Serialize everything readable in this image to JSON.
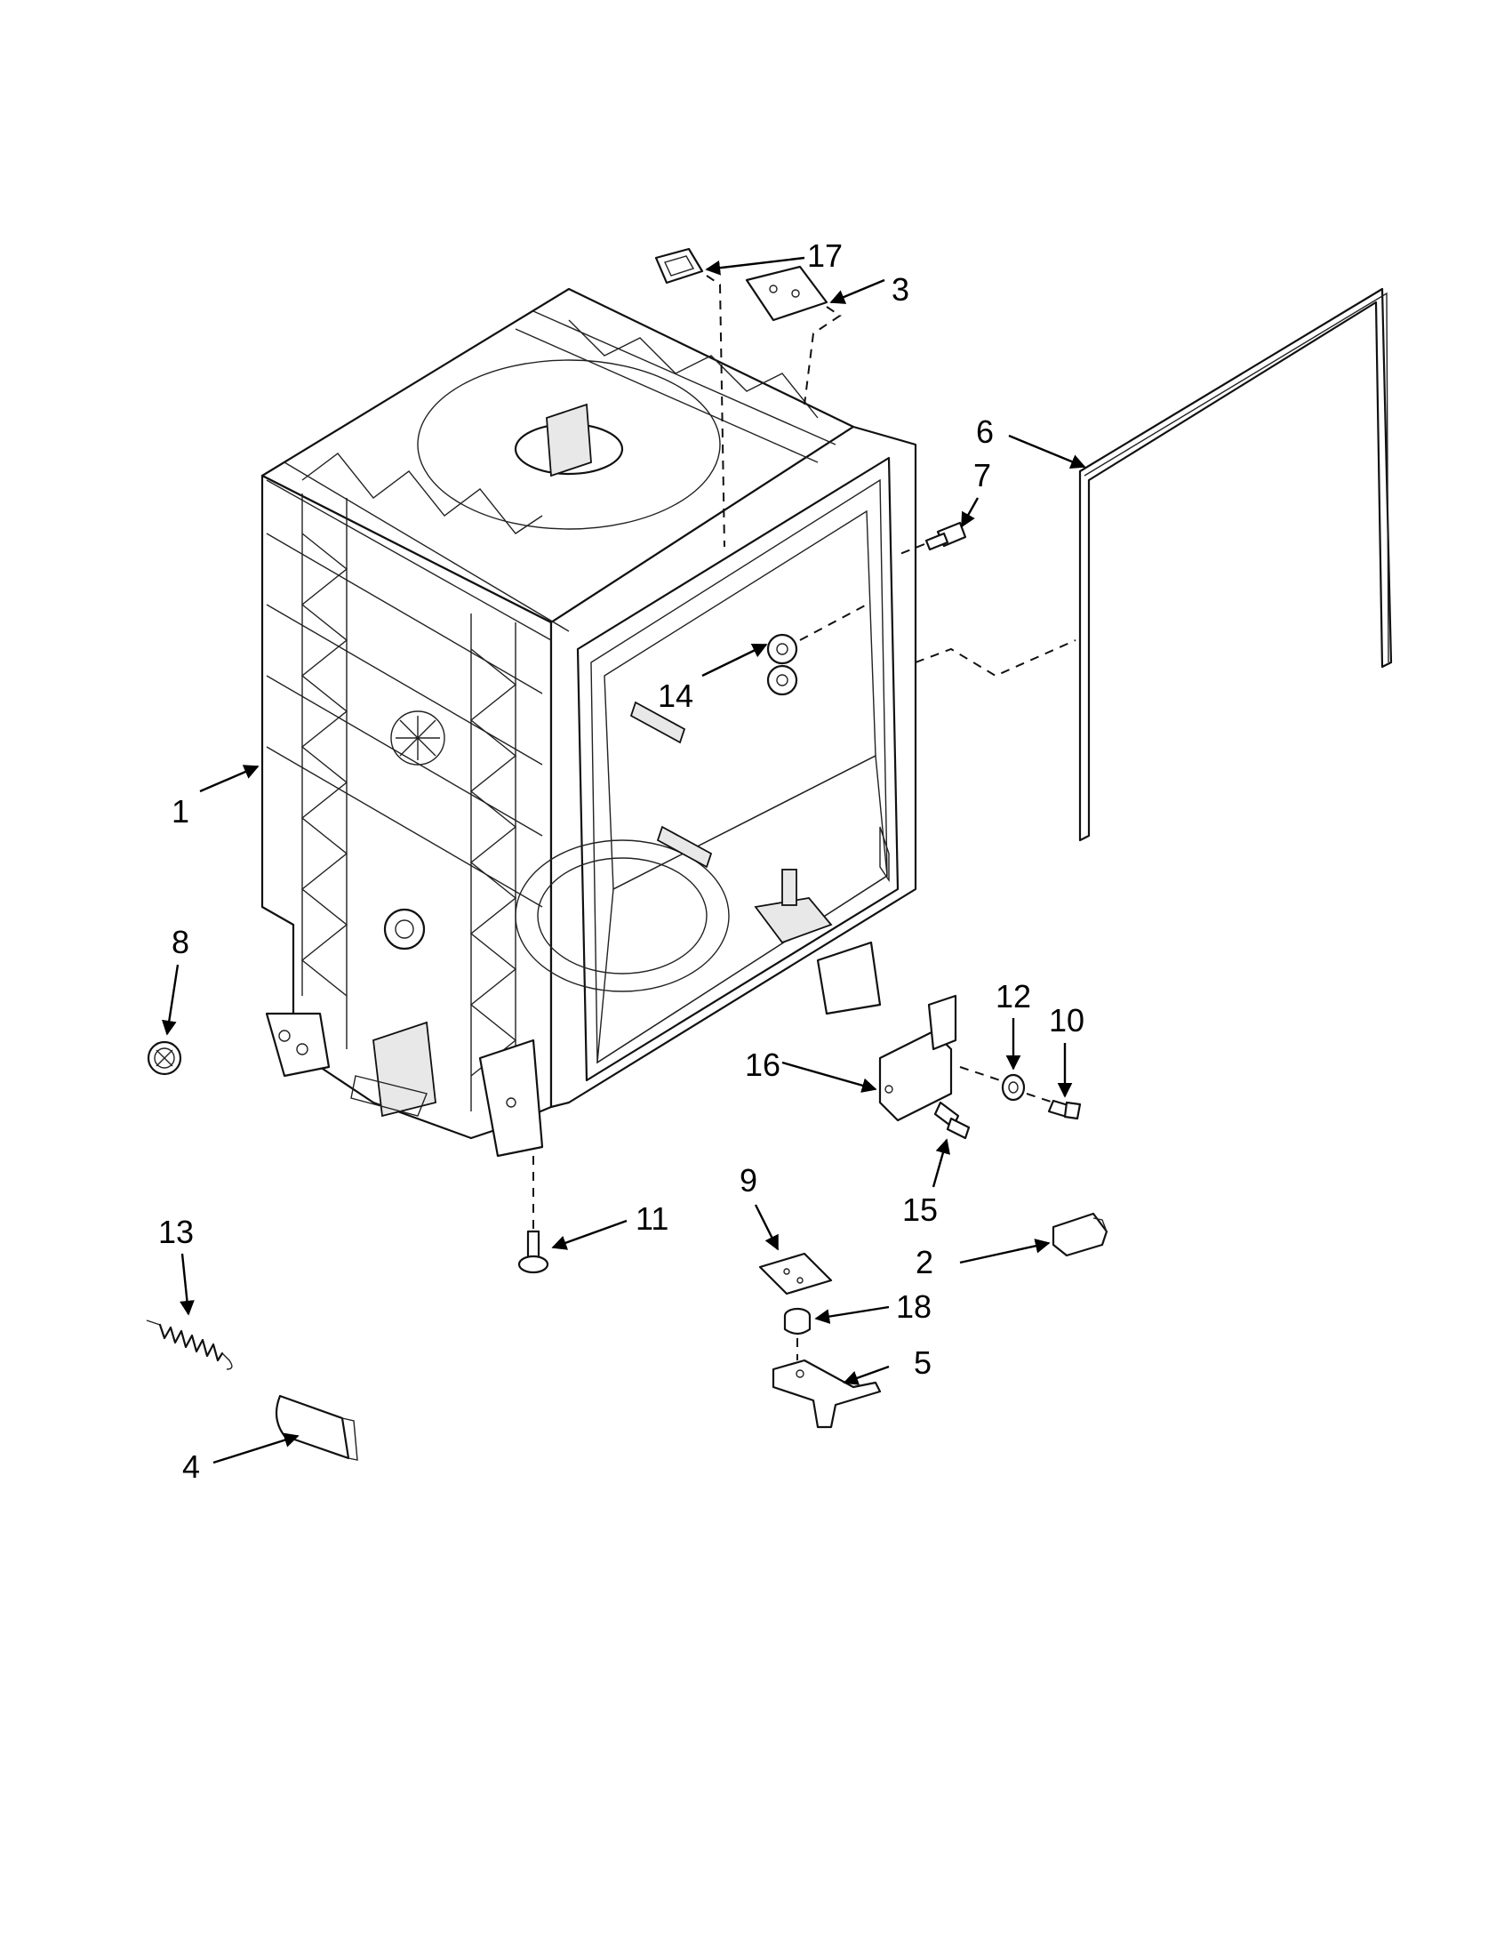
{
  "callouts": {
    "c1": "1",
    "c2": "2",
    "c3": "3",
    "c4": "4",
    "c5": "5",
    "c6": "6",
    "c7": "7",
    "c8": "8",
    "c9": "9",
    "c10": "10",
    "c11": "11",
    "c12": "12",
    "c13": "13",
    "c14": "14",
    "c15": "15",
    "c16": "16",
    "c17": "17",
    "c18": "18"
  },
  "icons": [
    "arrowhead"
  ]
}
